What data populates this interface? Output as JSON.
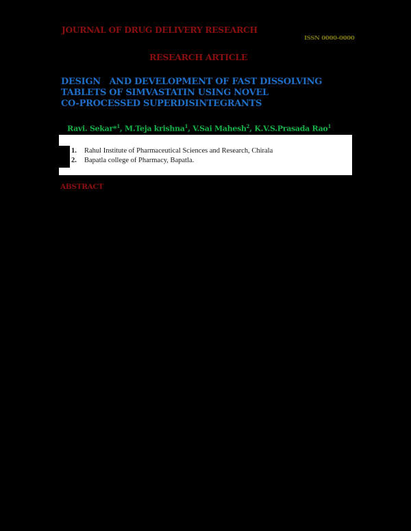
{
  "header": {
    "journal_name": "JOURNAL OF DRUG DELIVERY RESEARCH",
    "issn": "ISSN 0000-0000",
    "article_type": "RESEARCH ARTICLE"
  },
  "paper": {
    "title_lines": [
      "DESIGN   AND DEVELOPMENT OF FAST DISSOLVING",
      "TABLETS OF SIMVASTATIN USING NOVEL",
      "CO-PROCESSED SUPERDISINTEGRANTS"
    ],
    "authors": [
      {
        "name": "Ravi. Sekar*",
        "affil": "1"
      },
      {
        "name": "M.Teja krishna",
        "affil": "1"
      },
      {
        "name": "V.Sai Mahesh",
        "affil": "2"
      },
      {
        "name": "K.V.S.Prasada Rao",
        "affil": "1"
      }
    ],
    "affiliations": [
      {
        "num": "1.",
        "text": "Rahul Institute of Pharmaceutical Sciences and Research, Chirala"
      },
      {
        "num": "2.",
        "text": "Bapatla college of Pharmacy, Bapatla."
      }
    ],
    "abstract_heading": "ABSTRACT"
  },
  "colors": {
    "background": "#000000",
    "journal_red": "#8b0f10",
    "issn_olive": "#7d7a12",
    "title_blue": "#1e6fc8",
    "author_green": "#16b34a",
    "affil_box": "#ffffff"
  }
}
